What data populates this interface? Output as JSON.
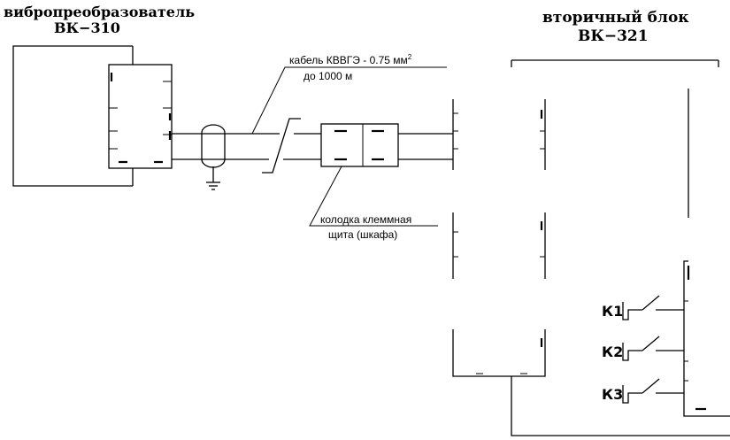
{
  "sensor": {
    "title_line1": "вибропреобразователь",
    "title_line2": "ВК−310"
  },
  "secondary": {
    "title_line1": "вторичный блок",
    "title_line2": "ВК−321"
  },
  "cable": {
    "label_line1": "кабель КВВГЭ - 0.75 мм",
    "label_sup": "2",
    "label_line2": "до 1000 м"
  },
  "terminal_block": {
    "label_line1": "колодка клеммная",
    "label_line2": "щита (шкафа)"
  },
  "relays": [
    "К1",
    "К2",
    "К3"
  ]
}
